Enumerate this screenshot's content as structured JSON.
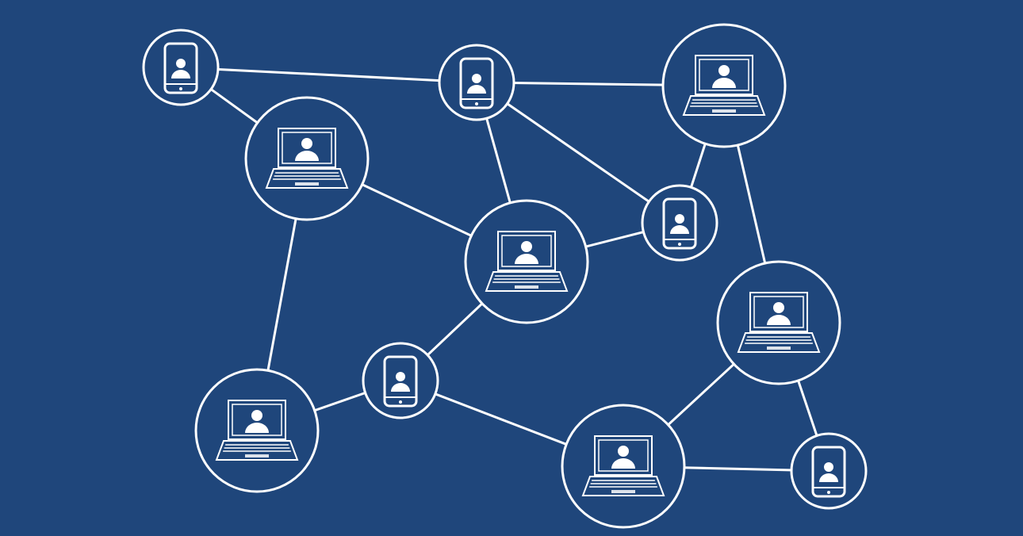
{
  "colors": {
    "background": "#1f467b",
    "stroke": "#ffffff"
  },
  "nodes": [
    {
      "type": "phone"
    },
    {
      "type": "laptop"
    },
    {
      "type": "phone"
    },
    {
      "type": "laptop"
    },
    {
      "type": "phone"
    },
    {
      "type": "laptop"
    },
    {
      "type": "laptop"
    },
    {
      "type": "phone"
    },
    {
      "type": "laptop"
    },
    {
      "type": "laptop"
    },
    {
      "type": "phone"
    }
  ],
  "edges": [
    [
      0,
      2
    ],
    [
      0,
      1
    ],
    [
      2,
      3
    ],
    [
      2,
      5
    ],
    [
      2,
      4
    ],
    [
      3,
      4
    ],
    [
      3,
      6
    ],
    [
      1,
      5
    ],
    [
      1,
      8
    ],
    [
      5,
      4
    ],
    [
      5,
      7
    ],
    [
      7,
      8
    ],
    [
      7,
      9
    ],
    [
      9,
      6
    ],
    [
      9,
      10
    ],
    [
      6,
      10
    ]
  ]
}
